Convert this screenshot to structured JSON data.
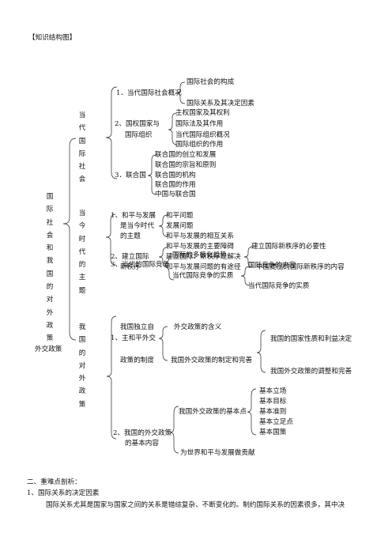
{
  "header": "【知识结构图】",
  "roots": {
    "intl_relations": "国际社会和我国的对外政策",
    "foreign_policy": "外交政策"
  },
  "groups": {
    "contemporary_society": "当代国际社会",
    "contemporary_theme": "当今时代的主题",
    "china_policy": "我国的对外政策"
  },
  "sections": {
    "s1": {
      "title": "1．当代国际社会概况",
      "items": [
        "国际社会的构成",
        "国际关系及其决定因素"
      ]
    },
    "s2": {
      "title_line1": "2、国权国家与",
      "title_line2": "国际组织",
      "items": [
        "主权国家及其权利",
        "国际法及其作用",
        "当代国际组织概况",
        "国际组织的作用"
      ]
    },
    "s3": {
      "title": "3．联合国",
      "items": [
        "联合国的创立和发展",
        "联合国的宗旨和原则",
        "联合国的机构",
        "联合国的作用",
        "中国与联合国"
      ]
    },
    "t1": {
      "title_line1": "1、和平与发展",
      "title_line2": "是当今时代",
      "title_line3": "的主题",
      "items": [
        "和平问题",
        "发展问题",
        "和平与发展的相互关系"
      ]
    },
    "t2": {
      "title_line1": "2、建立国际",
      "title_line2": "新秩序",
      "items": [
        "和平与发展的主要障碍",
        "建立国际：新秩序是解决",
        "和平与发展问题的有途径"
      ],
      "sub_items": [
        "建立国际新秩序的必要性",
        "中国提出的国际新秩序的内容"
      ]
    },
    "t3": {
      "title": "3、当代的国际竞争",
      "item_top": "国际的多极化趋势",
      "item_mid": "当代国际竞争的实质",
      "sub_items": [
        "国际竞争的内容",
        "当代国际竞争的实质"
      ]
    },
    "c1": {
      "title_line1": "我国独立自",
      "title_line2": "1、主和平外交",
      "title_line3": "政策的制度",
      "item_top": "外交政策的含义",
      "item_mid": "我国外交政策的制定和完善",
      "sub_items": [
        "我国的国家性质和利益决定",
        "我国外交政策的调整和完善"
      ]
    },
    "c2": {
      "title_line1": "2、我国的外交政策",
      "title_line2": "的基本内容",
      "item_mid": "我国外交政策的基本点",
      "sub_items": [
        "基本立场",
        "基本目标",
        "基本准则",
        "基本立足点",
        "基本国策"
      ],
      "item_bottom": "为世界和平与发展做贡献"
    }
  },
  "analysis": {
    "heading": "二、重难点剖析：",
    "point1": "1、国际关系的决定因素",
    "paragraph": "国际关系尤其是国家与国家之间的关系是错综复杂、不断变化的。制约国际关系的因素很多，其中决"
  }
}
